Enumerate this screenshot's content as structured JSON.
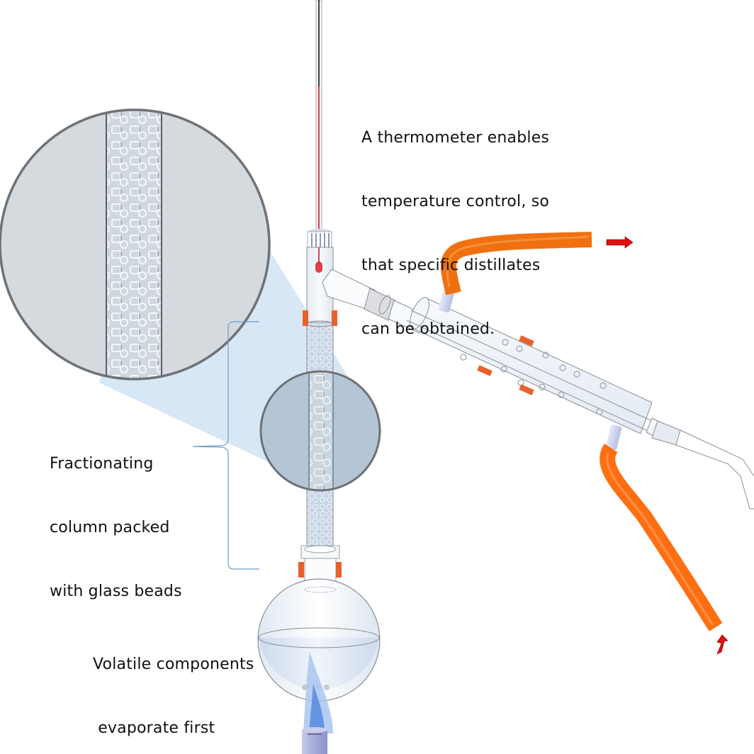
{
  "title": "Fractional distillation apparatus",
  "labels": {
    "thermometer": {
      "lines": [
        "A thermometer enables",
        "temperature control, so",
        "that specific distillates",
        "can be obtained."
      ]
    },
    "column": {
      "lines": [
        "Fractionating",
        "column packed",
        "with glass beads"
      ]
    },
    "volatile": {
      "lines": [
        "Volatile components",
        " evaporate first"
      ]
    }
  },
  "components": [
    "thermometer",
    "stopper",
    "still-head",
    "fractionating-column",
    "magnified-view",
    "round-bottom-flask",
    "bunsen-burner-flame",
    "condenser",
    "water-outlet-hose",
    "water-inlet-hose",
    "receiver-adapter"
  ],
  "arrows": {
    "water_out": "flow-right-arrow",
    "water_in": "flow-up-arrow"
  },
  "colors": {
    "hose": "#f07010",
    "hose_highlight": "#f5a050",
    "clamp": "#e8602c",
    "arrow": "#e01010",
    "glass_stroke": "#8a8f96",
    "callout_fill": "#d6e6f4",
    "magnifier_fill": "#d5dadf",
    "magnifier_stroke": "#6f7276",
    "bracket": "#6a9fd0",
    "mercury": "#c0202a",
    "flame_outer": "#a9c6ef",
    "flame_inner": "#5b8fe0",
    "burner": "#a3a9dc"
  }
}
